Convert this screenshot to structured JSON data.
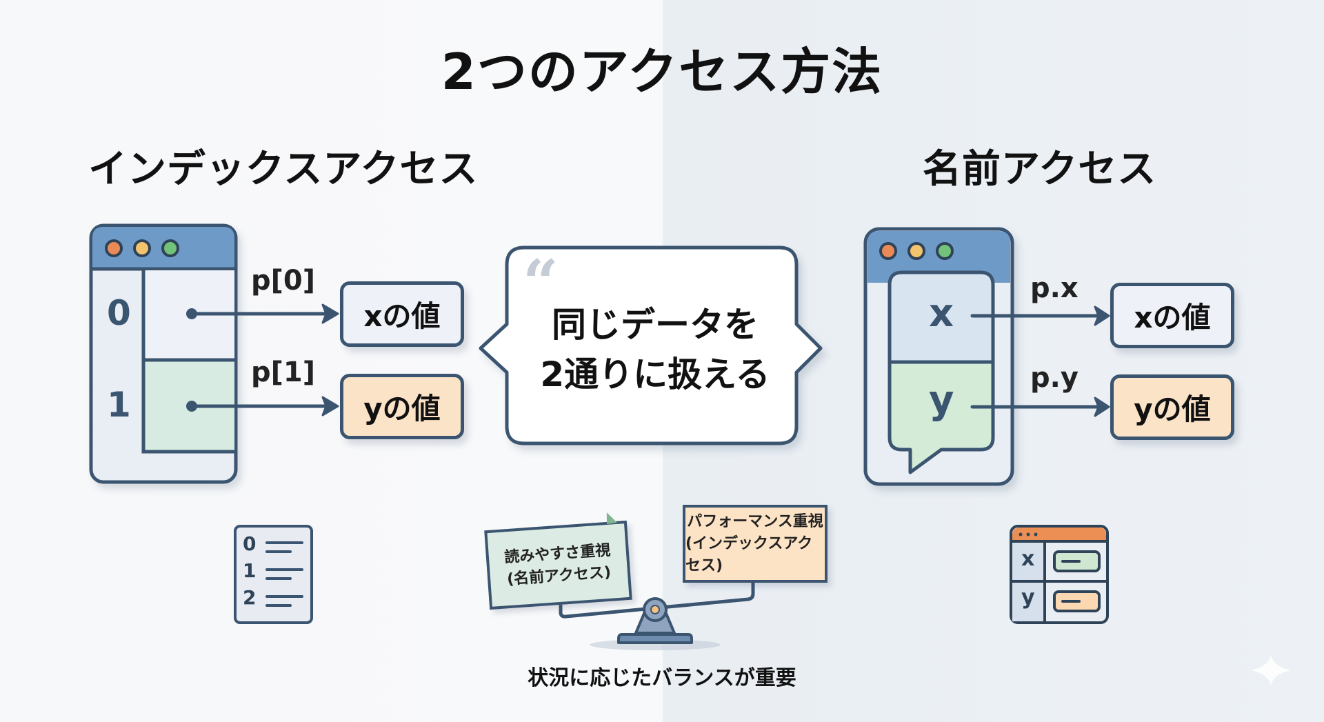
{
  "title": "2つのアクセス方法",
  "left": {
    "heading": "インデックスアクセス",
    "rows": [
      {
        "index": "0",
        "accessor": "p[0]",
        "value": "xの値"
      },
      {
        "index": "1",
        "accessor": "p[1]",
        "value": "yの値"
      }
    ],
    "icon": {
      "name": "numbered-list-icon",
      "lines": [
        "0",
        "1",
        "2"
      ]
    }
  },
  "right": {
    "heading": "名前アクセス",
    "rows": [
      {
        "key": "x",
        "accessor": "p.x",
        "value": "xの値"
      },
      {
        "key": "y",
        "accessor": "p.y",
        "value": "yの値"
      }
    ],
    "icon": {
      "name": "key-value-table-icon",
      "keys": [
        "x",
        "y"
      ]
    }
  },
  "center": {
    "quote_mark": "“",
    "line1": "同じデータを",
    "line2": "2通りに扱える"
  },
  "balance": {
    "left_card": {
      "line1": "読みやすさ重視",
      "line2": "(名前アクセス)"
    },
    "right_card": {
      "line1": "パフォーマンス重視",
      "line2": "(インデックスアクセス)"
    },
    "caption": "状況に応じたバランスが重要"
  },
  "colors": {
    "outline": "#3b5470",
    "window_header": "#6e9ac8",
    "dot_red": "#ea8a57",
    "dot_yellow": "#f3c46e",
    "dot_green": "#72c27a",
    "x_fill": "#eef2f8",
    "y_fill": "#fbe3c7",
    "green_fill": "#d8ecdf",
    "accent_orange": "#ec8f54"
  }
}
